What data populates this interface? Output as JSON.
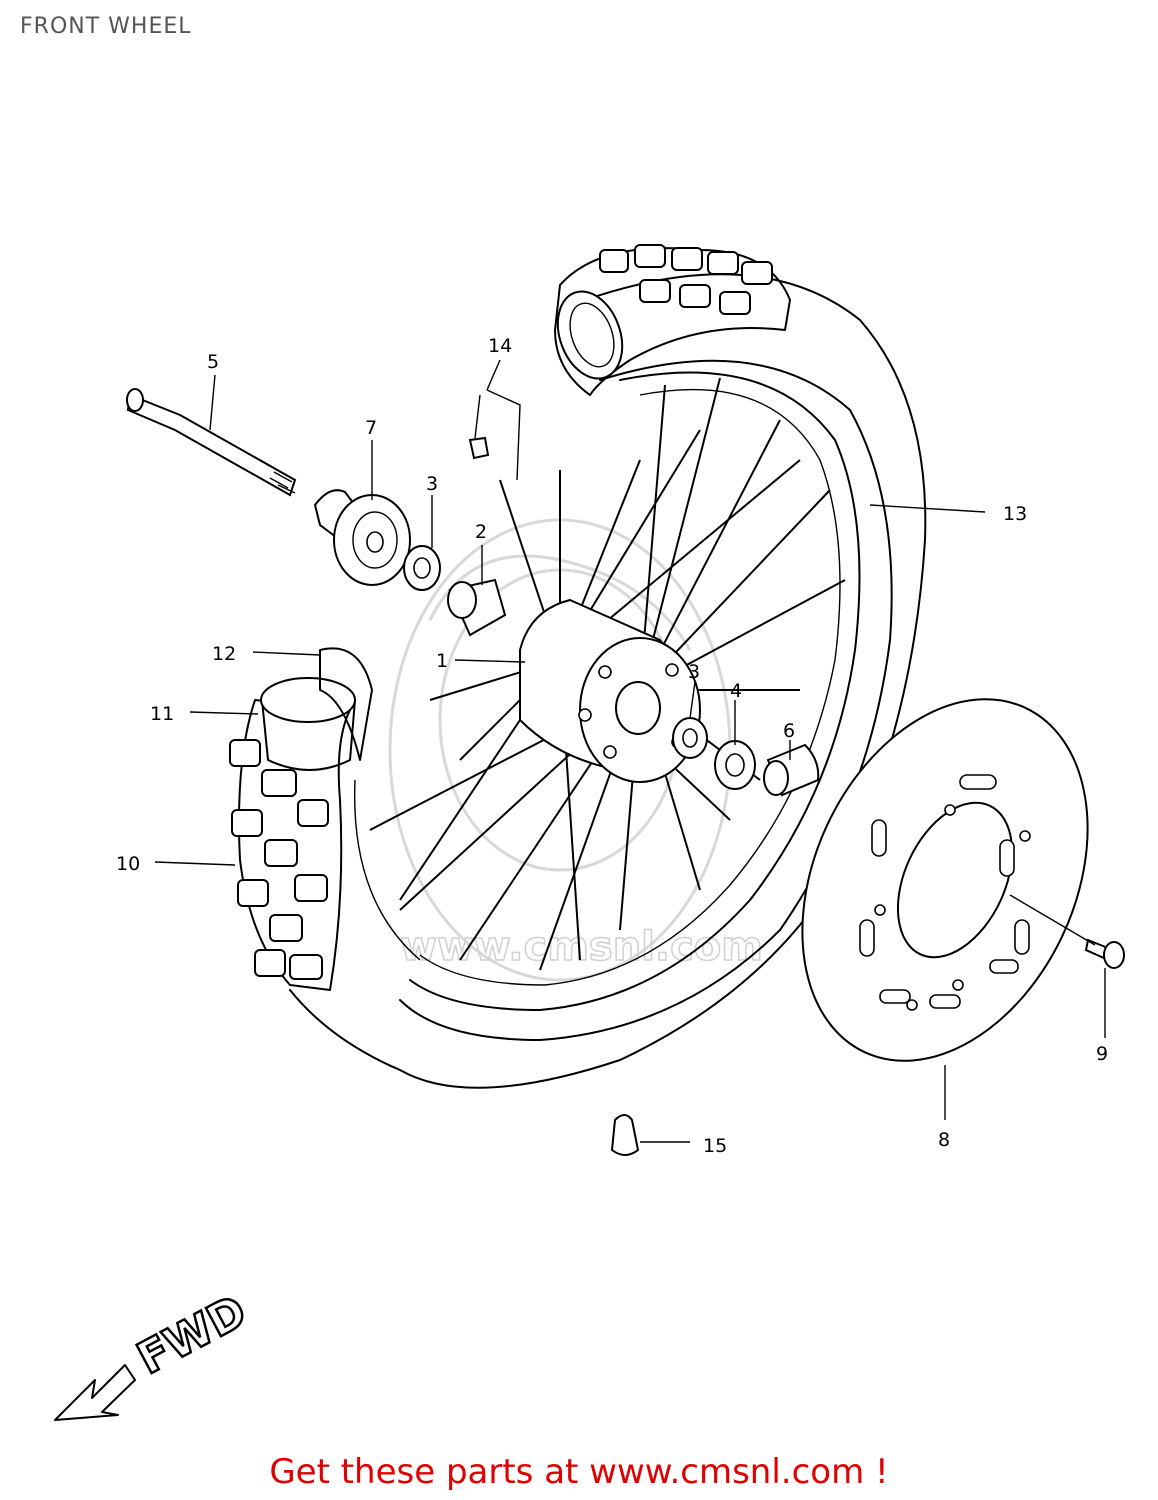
{
  "title": "FRONT WHEEL",
  "fwd_label": "FWD",
  "footer": "Get these parts at www.cmsnl.com !",
  "watermark": "www.cmsnl.com",
  "callouts": [
    "1",
    "2",
    "3",
    "3",
    "4",
    "5",
    "6",
    "7",
    "8",
    "9",
    "10",
    "11",
    "12",
    "13",
    "14",
    "15"
  ],
  "colors": {
    "footer": "#e00000",
    "title": "#555555",
    "line": "#000000"
  }
}
